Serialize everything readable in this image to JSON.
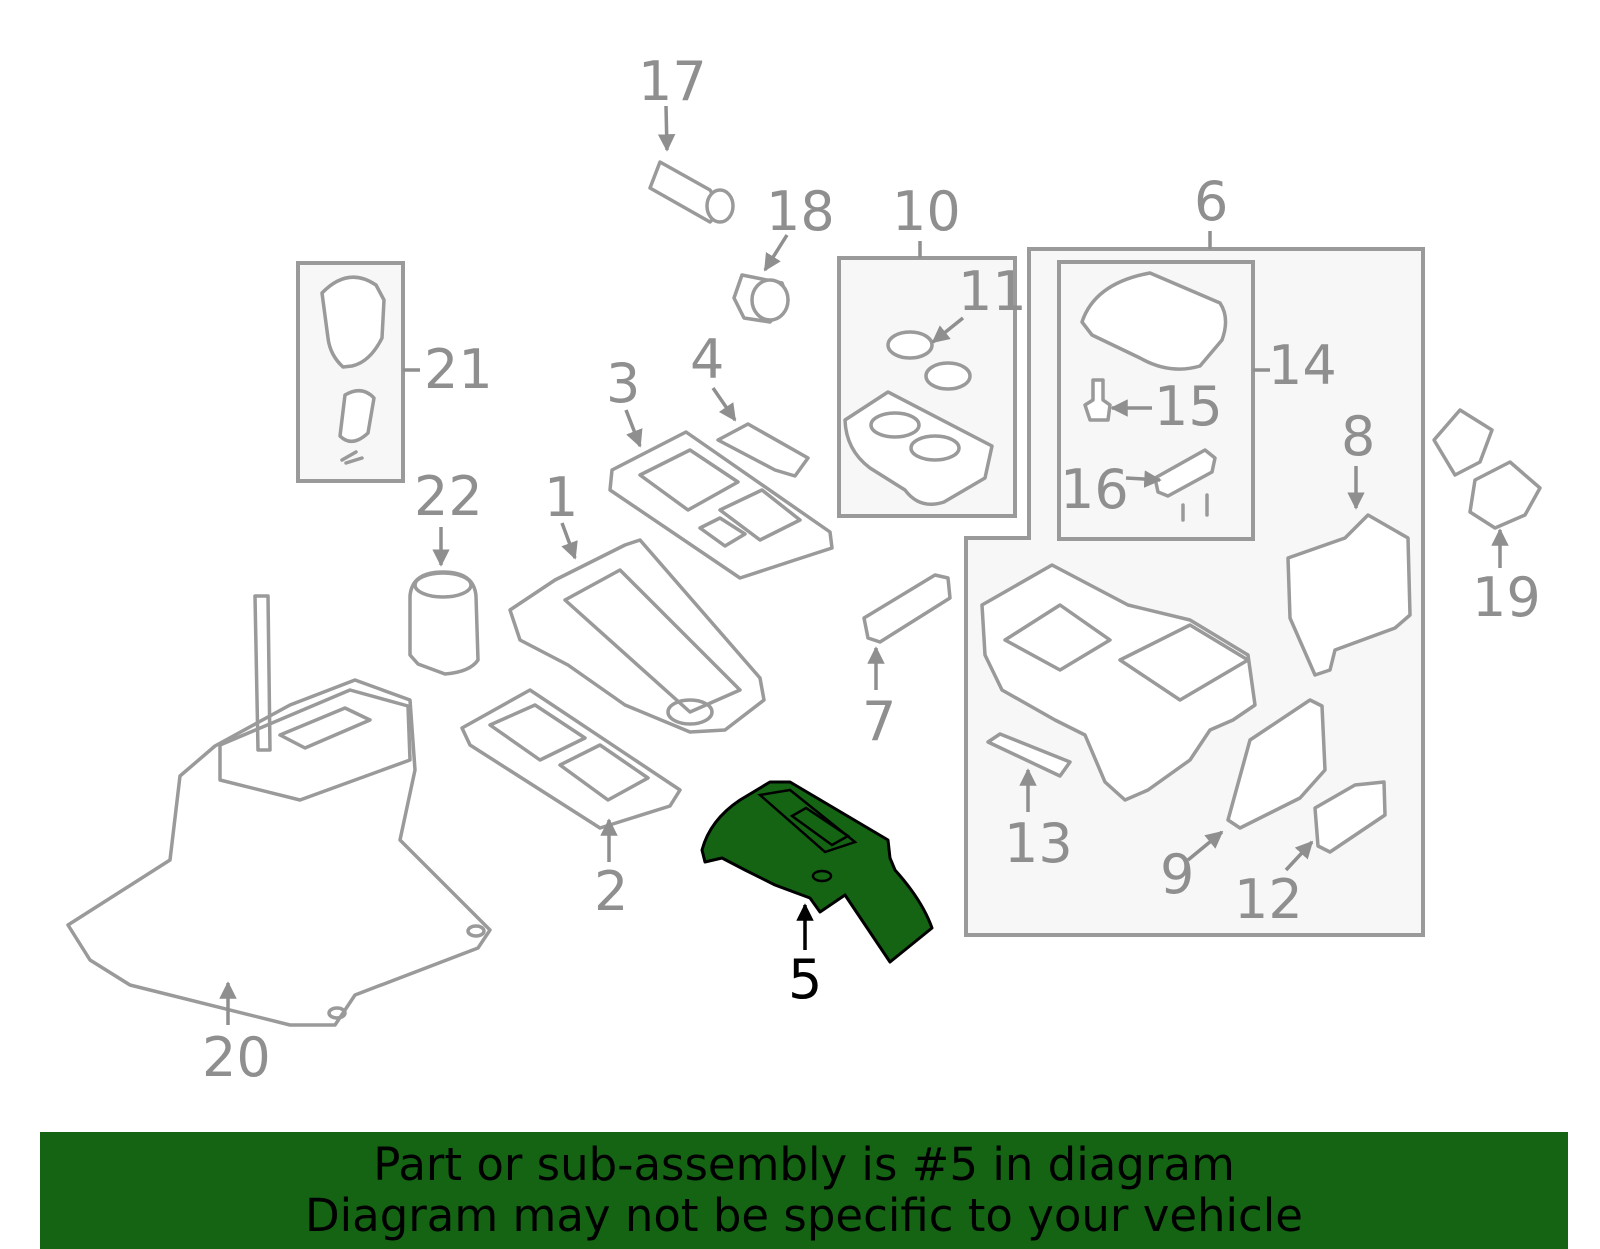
{
  "diagram": {
    "highlighted_part": "5",
    "callouts": [
      "1",
      "2",
      "3",
      "4",
      "5",
      "6",
      "7",
      "8",
      "9",
      "10",
      "11",
      "12",
      "13",
      "14",
      "15",
      "16",
      "17",
      "18",
      "19",
      "20",
      "21",
      "22"
    ]
  },
  "caption": {
    "line1": "Part or sub-assembly is #5 in diagram",
    "line2": "Diagram may not be specific to your vehicle"
  },
  "colors": {
    "highlight": "#146414",
    "line_art": "#9a9a9a",
    "group_box_fill": "#f7f7f7"
  }
}
